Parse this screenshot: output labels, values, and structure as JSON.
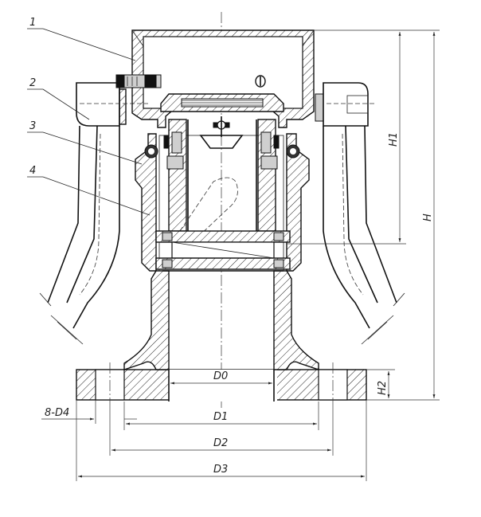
{
  "callouts": [
    "1",
    "2",
    "3",
    "4"
  ],
  "dimensions": {
    "D0": "D0",
    "D1": "D1",
    "D2": "D2",
    "D3": "D3",
    "D4": "8-D4",
    "H": "H",
    "H1": "H1",
    "H2": "H2"
  }
}
